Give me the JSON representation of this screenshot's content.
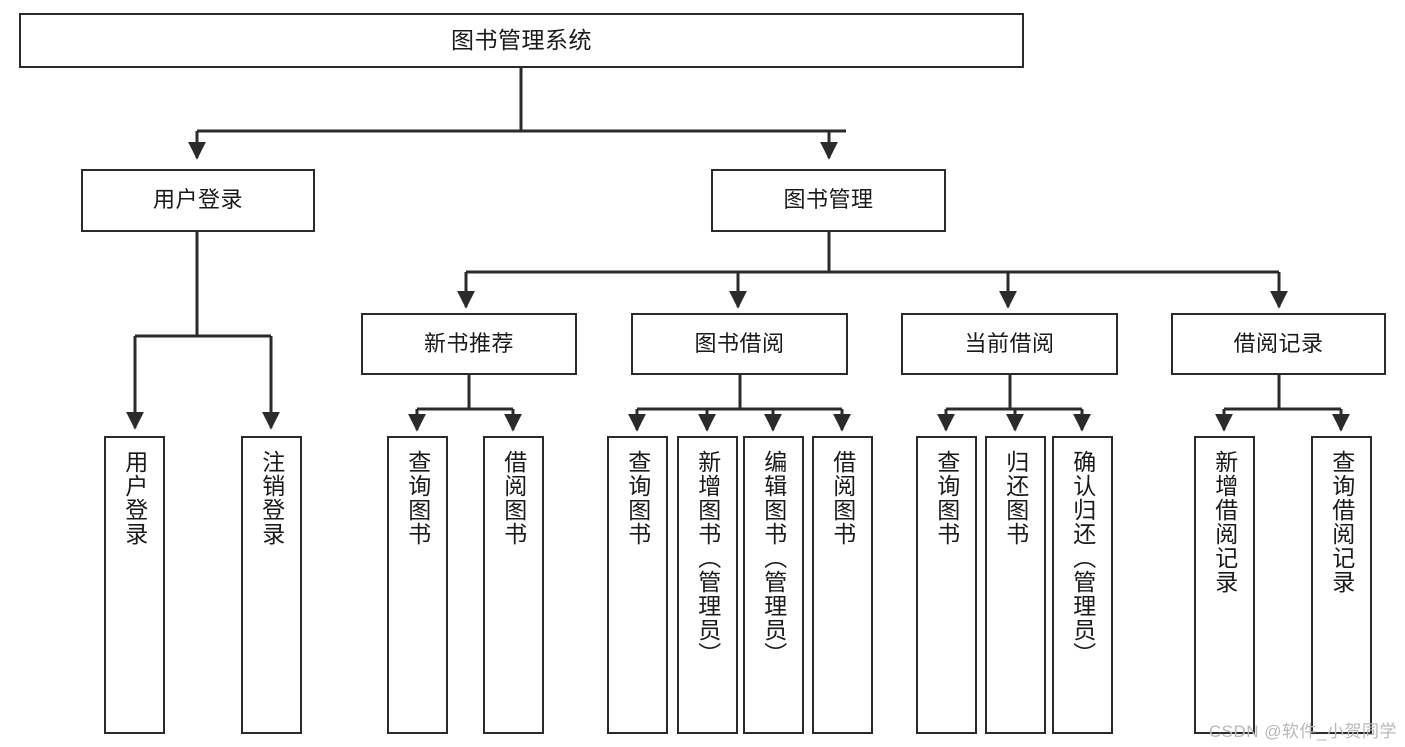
{
  "diagram": {
    "type": "tree",
    "title": "图书管理系统",
    "root": {
      "label": "图书管理系统"
    },
    "level2": [
      {
        "label": "用户登录"
      },
      {
        "label": "图书管理"
      }
    ],
    "level3": [
      {
        "label": "新书推荐"
      },
      {
        "label": "图书借阅"
      },
      {
        "label": "当前借阅"
      },
      {
        "label": "借阅记录"
      }
    ],
    "leaves": [
      {
        "label": "用户登录",
        "parent": "用户登录"
      },
      {
        "label": "注销登录",
        "parent": "用户登录"
      },
      {
        "label": "查询图书",
        "parent": "新书推荐"
      },
      {
        "label": "借阅图书",
        "parent": "新书推荐"
      },
      {
        "label": "查询图书",
        "parent": "图书借阅"
      },
      {
        "label": "新增图书（管理员）",
        "parent": "图书借阅"
      },
      {
        "label": "编辑图书（管理员）",
        "parent": "图书借阅"
      },
      {
        "label": "借阅图书",
        "parent": "图书借阅"
      },
      {
        "label": "查询图书",
        "parent": "当前借阅"
      },
      {
        "label": "归还图书",
        "parent": "当前借阅"
      },
      {
        "label": "确认归还（管理员）",
        "parent": "当前借阅"
      },
      {
        "label": "新增借阅记录",
        "parent": "借阅记录"
      },
      {
        "label": "查询借阅记录",
        "parent": "借阅记录"
      }
    ],
    "colors": {
      "stroke": "#2b2b2b",
      "background": "#ffffff",
      "text": "#1a1a1a",
      "watermark": "#b8b8b8"
    }
  },
  "watermark": {
    "text": "CSDN @软件_小贺同学"
  }
}
